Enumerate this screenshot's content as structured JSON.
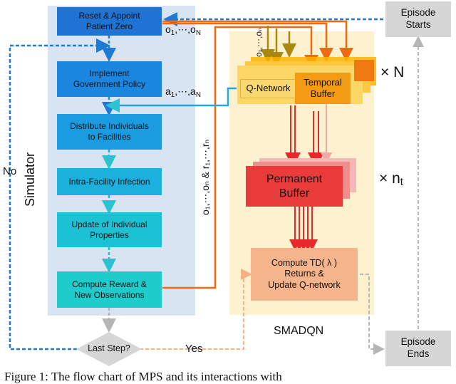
{
  "simulator": {
    "label": "Simulator",
    "steps": [
      {
        "line1": "Reset & Appoint",
        "line2": "Patient Zero"
      },
      {
        "line1": "Implement",
        "line2": "Government Policy"
      },
      {
        "line1": "Distribute Individuals",
        "line2": "to Facilities"
      },
      {
        "line1": "Intra-Facility Infection",
        "line2": ""
      },
      {
        "line1": "Update of Individual",
        "line2": "Properties"
      },
      {
        "line1": "Compute Reward &",
        "line2": "New Observations"
      }
    ],
    "decision": "Last Step?",
    "no_label": "No",
    "yes_label": "Yes"
  },
  "signals": {
    "observations": {
      "a": "o",
      "s1": "1",
      "mid": ",⋯,",
      "b": "o",
      "s2": "N"
    },
    "actions": {
      "a": "a",
      "s1": "1",
      "mid": ",⋯,",
      "b": "a",
      "s2": "N"
    },
    "obs_rewards": "o₁,⋯,oₙ & r₁,⋯,rₙ",
    "obs_top": "o₁,⋯,oₙ"
  },
  "agent": {
    "name": "SMADQN",
    "q_network": "Q-Network",
    "temporal_buffer": {
      "line1": "Temporal",
      "line2": "Buffer"
    },
    "permanent_buffer": {
      "line1": "Permanent",
      "line2": "Buffer"
    },
    "compute": {
      "line1": "Compute TD( λ )",
      "line2": "Returns &",
      "line3": "Update Q-network"
    },
    "times_n": "× N",
    "times_nt": {
      "base": "× n",
      "sub": "t"
    }
  },
  "episode": {
    "starts": {
      "line1": "Episode",
      "line2": "Starts"
    },
    "ends": {
      "line1": "Episode",
      "line2": "Ends"
    }
  },
  "caption": "Figure 1:   The flow chart of MPS and its interactions with"
}
